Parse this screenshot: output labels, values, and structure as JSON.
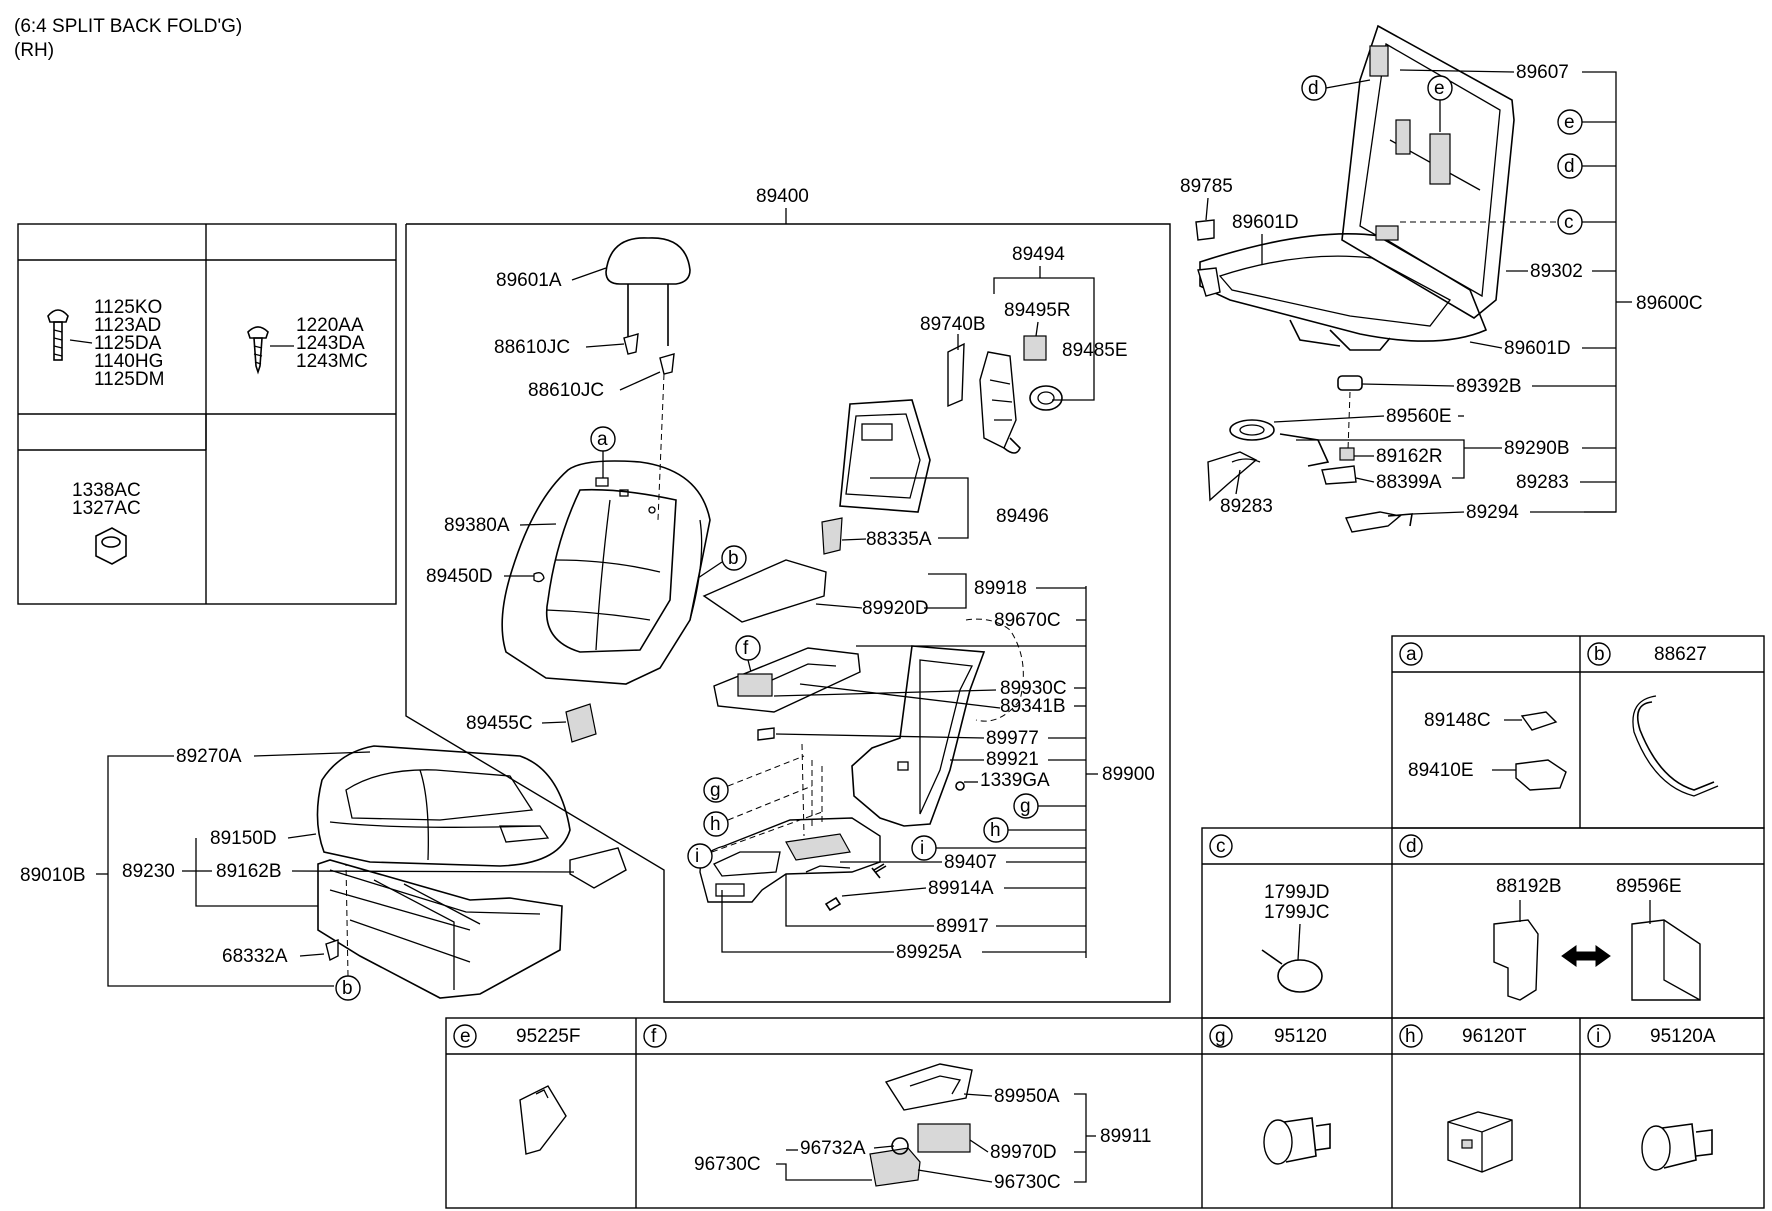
{
  "header": {
    "line1": "(6:4 SPLIT BACK FOLD'G)",
    "line2": "(RH)"
  },
  "hardware_box": {
    "bolt_a": [
      "1125KO",
      "1123AD",
      "1125DA",
      "1140HG",
      "1125DM"
    ],
    "bolt_b": [
      "1220AA",
      "1243DA",
      "1243MC"
    ],
    "nut": [
      "1338AC",
      "1327AC"
    ]
  },
  "labels": {
    "l89400": "89400",
    "l89601A": "89601A",
    "l88610JC_1": "88610JC",
    "l88610JC_2": "88610JC",
    "l89380A": "89380A",
    "l89450D": "89450D",
    "l89455C": "89455C",
    "l89494": "89494",
    "l89740B": "89740B",
    "l89495R": "89495R",
    "l89485E": "89485E",
    "l89496": "89496",
    "l88335A": "88335A",
    "l89918": "89918",
    "l89920D": "89920D",
    "l89670C": "89670C",
    "l89930C": "89930C",
    "l89341B": "89341B",
    "l89977": "89977",
    "l89921": "89921",
    "l1339GA": "1339GA",
    "l89900": "89900",
    "l89407": "89407",
    "l89914A": "89914A",
    "l89917": "89917",
    "l89925A": "89925A",
    "l89270A": "89270A",
    "l89150D": "89150D",
    "l89230": "89230",
    "l89162B": "89162B",
    "l89010B": "89010B",
    "l68332A": "68332A",
    "l89785": "89785",
    "l89601D_1": "89601D",
    "l89607": "89607",
    "l89302": "89302",
    "l89600C": "89600C",
    "l89601D_2": "89601D",
    "l89392B": "89392B",
    "l89560E": "89560E",
    "l89290B": "89290B",
    "l89162R": "89162R",
    "l88399A": "88399A",
    "l89283_1": "89283",
    "l89283_2": "89283",
    "l89294": "89294"
  },
  "callouts": {
    "a": "a",
    "b": "b",
    "c": "c",
    "d": "d",
    "e": "e",
    "f": "f",
    "g": "g",
    "h": "h",
    "i": "i"
  },
  "detail_panels": {
    "a": {
      "letter": "a",
      "parts": [
        "89148C",
        "89410E"
      ]
    },
    "b": {
      "letter": "b",
      "title": "88627"
    },
    "c": {
      "letter": "c",
      "parts": [
        "1799JD",
        "1799JC"
      ]
    },
    "d": {
      "letter": "d",
      "parts": [
        "88192B",
        "89596E"
      ]
    },
    "e": {
      "letter": "e",
      "title": "95225F"
    },
    "f": {
      "letter": "f",
      "parts": [
        "89950A",
        "96732A",
        "89970D",
        "96730C",
        "96730C",
        "89911"
      ]
    },
    "g": {
      "letter": "g",
      "title": "95120"
    },
    "h": {
      "letter": "h",
      "title": "96120T"
    },
    "i": {
      "letter": "i",
      "title": "95120A"
    }
  }
}
